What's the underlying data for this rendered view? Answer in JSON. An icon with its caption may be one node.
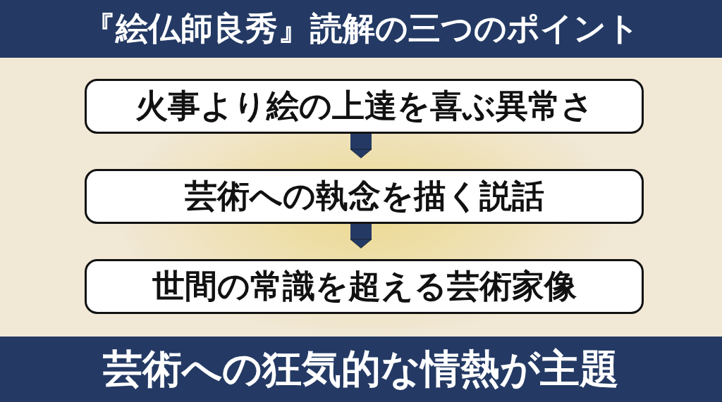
{
  "diagram": {
    "title": "『絵仏師良秀』読解の三つのポイント",
    "nodes": [
      {
        "text": [
          "火事より絵の上達を喜ぶ異常さ"
        ]
      },
      {
        "text": [
          "芸術への執念を描く説話"
        ]
      },
      {
        "text": [
          "世間の常識を超える芸術家像"
        ]
      }
    ],
    "edges": [
      {
        "from": 0,
        "to": 1,
        "arrow": "to"
      },
      {
        "from": 1,
        "to": 2,
        "arrow": "to"
      }
    ],
    "labels": [
      "芸術への狂気的な情熱が主題"
    ]
  }
}
